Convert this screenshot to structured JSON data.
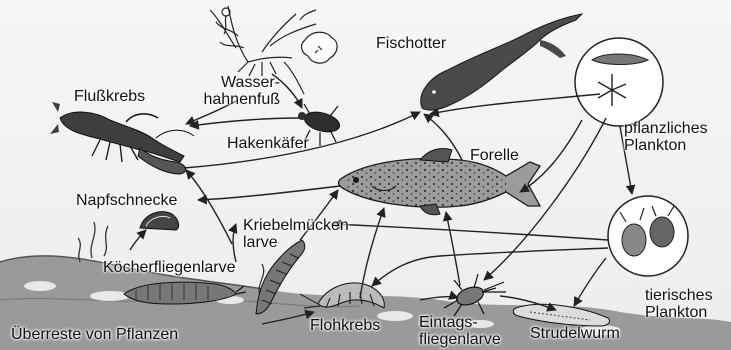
{
  "labels": {
    "fischotter": "Fischotter",
    "wasserhahnenfuss": [
      "Wasser-",
      "hahnenfuß"
    ],
    "flusskrebs": "Flußkrebs",
    "hakenkaefer": "Hakenkäfer",
    "forelle": "Forelle",
    "pflanzliches_plankton": [
      "pflanzliches",
      "Plankton"
    ],
    "napfschnecke": "Napfschnecke",
    "kriebelmueckenlarve": [
      "Kriebelmücken",
      "larve"
    ],
    "koecherfliegenlarve": "Köcherfliegenlarve",
    "tierisches_plankton": [
      "tierisches",
      "Plankton"
    ],
    "ueberreste": "Überreste von Pflanzen",
    "flohkrebs": "Flohkrebs",
    "eintagsfliegenlarve": [
      "Eintags-",
      "fliegenlarve"
    ],
    "strudelwurm": "Strudelwurm"
  }
}
